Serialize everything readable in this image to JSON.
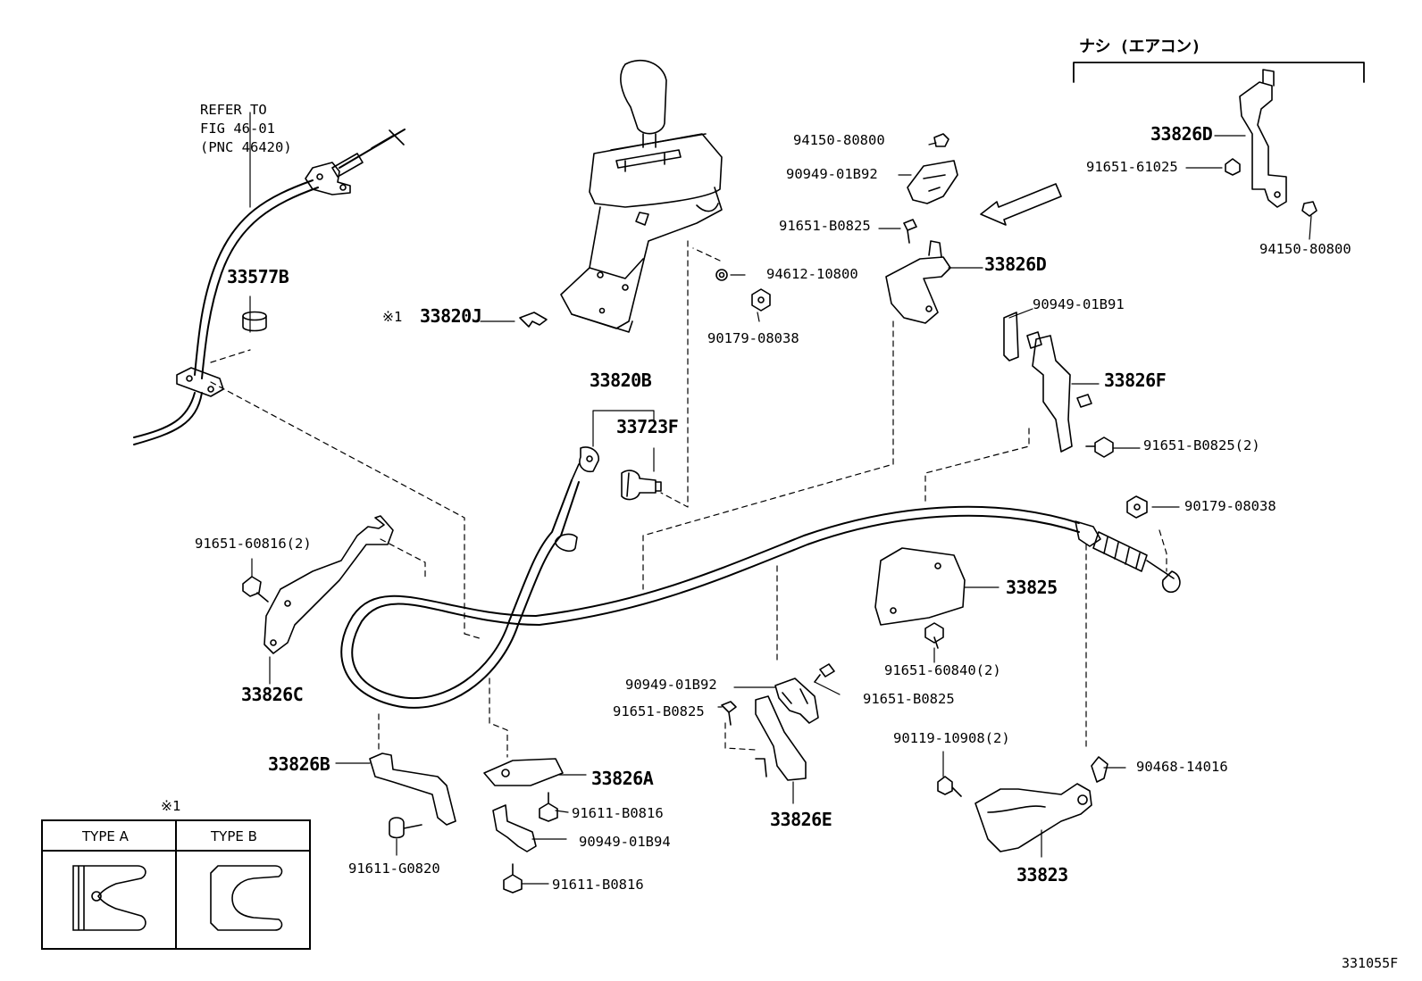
{
  "header": {
    "option_label": "ナシ (エアコン)",
    "refer": {
      "line1": "REFER TO",
      "line2": "FIG 46-01",
      "line3": "(PNC 46420)"
    }
  },
  "parts": {
    "p_33826D_a": "33826D",
    "p_91651_61025": "91651-61025",
    "p_94150_80800_a": "94150-80800",
    "p_94150_80800_b": "94150-80800",
    "p_90949_01B92_a": "90949-01B92",
    "p_91651_B0825_a": "91651-B0825",
    "p_94612_10800": "94612-10800",
    "p_33826D_b": "33826D",
    "p_90179_08038_a": "90179-08038",
    "p_33577B": "33577B",
    "p_33820J_mark": "※1",
    "p_33820J": "33820J",
    "p_90949_01B91": "90949-01B91",
    "p_33826F": "33826F",
    "p_91651_B0825_2a": "91651-B0825(2)",
    "p_33820B": "33820B",
    "p_33723F": "33723F",
    "p_90179_08038_b": "90179-08038",
    "p_91651_60816": "91651-60816(2)",
    "p_33825": "33825",
    "p_91651_60840": "91651-60840(2)",
    "p_33826C": "33826C",
    "p_90949_01B92_b": "90949-01B92",
    "p_91651_B0825_b": "91651-B0825",
    "p_91651_B0825_c": "91651-B0825",
    "p_90119_10908": "90119-10908(2)",
    "p_33826B": "33826B",
    "p_33826A": "33826A",
    "p_90468_14016": "90468-14016",
    "p_91611_B0816_a": "91611-B0816",
    "p_90949_01B94": "90949-01B94",
    "p_33826E": "33826E",
    "p_33823": "33823",
    "p_91611_G0820": "91611-G0820",
    "p_91611_B0816_b": "91611-B0816"
  },
  "type_table": {
    "mark": "※1",
    "col_a": "TYPE A",
    "col_b": "TYPE B"
  },
  "figure_code": "331055F"
}
